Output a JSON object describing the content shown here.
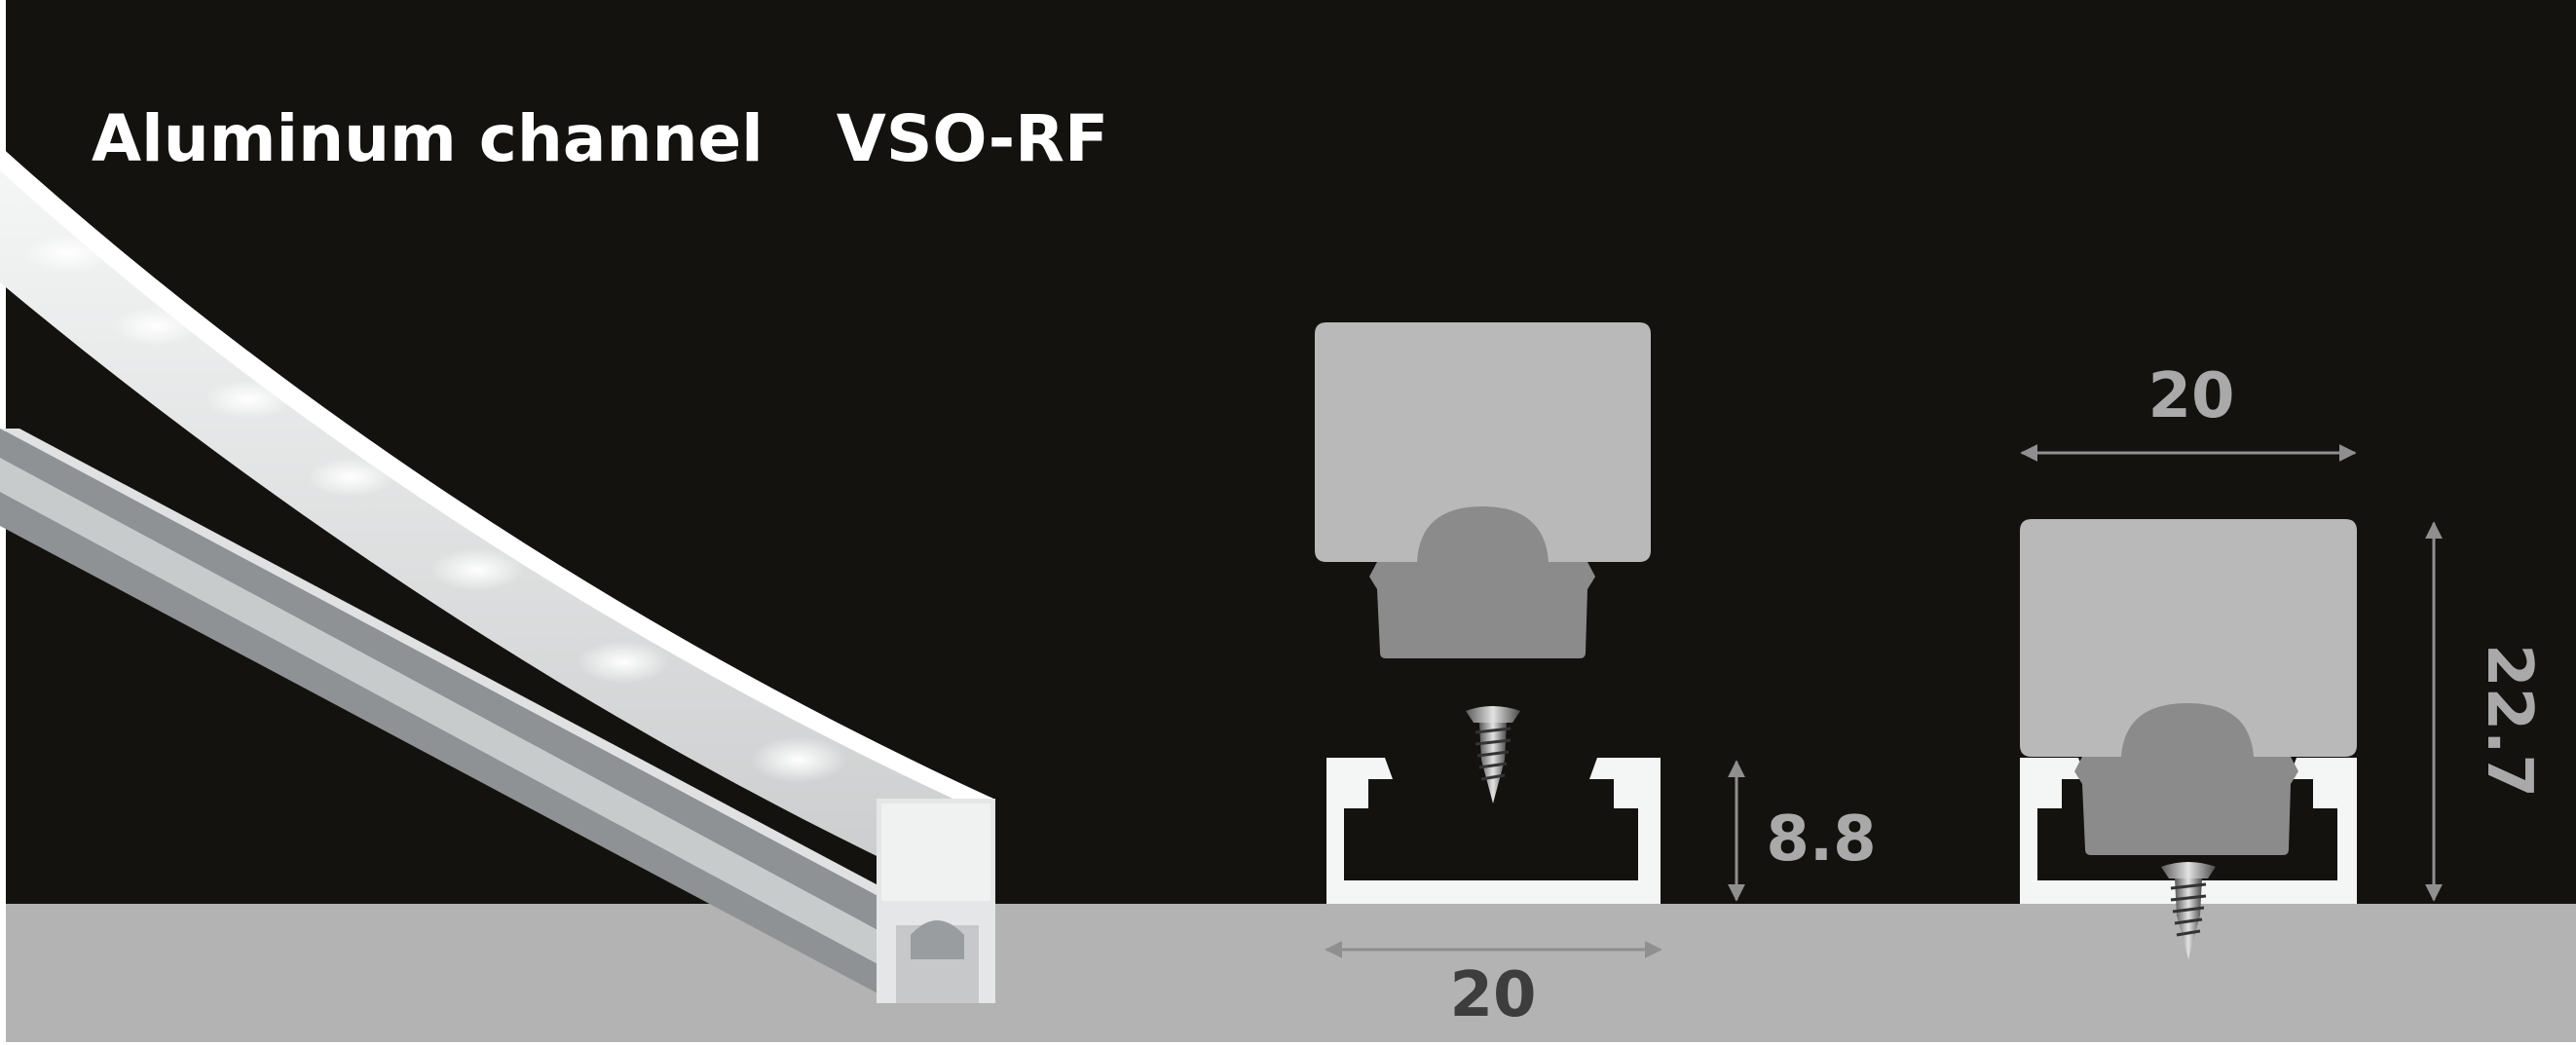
{
  "title": {
    "product": "Aluminum channel",
    "model": "VSO-RF"
  },
  "dimensions": {
    "channel_width": "20",
    "channel_height": "8.8",
    "assembly_width": "20",
    "assembly_height": "22.7"
  },
  "colors": {
    "background": "#14120f",
    "floor": "#b2b3b2",
    "profile_light": "#f4f5f5",
    "diffuser": "#b9b9b9",
    "led_body": "#8a8a8a",
    "dimension_lines": "#a9a9a9",
    "dimension_text_dark": "#3d3d3d"
  },
  "icons": [
    "led-strip-3d-render",
    "screw-icon",
    "dimension-arrow"
  ]
}
